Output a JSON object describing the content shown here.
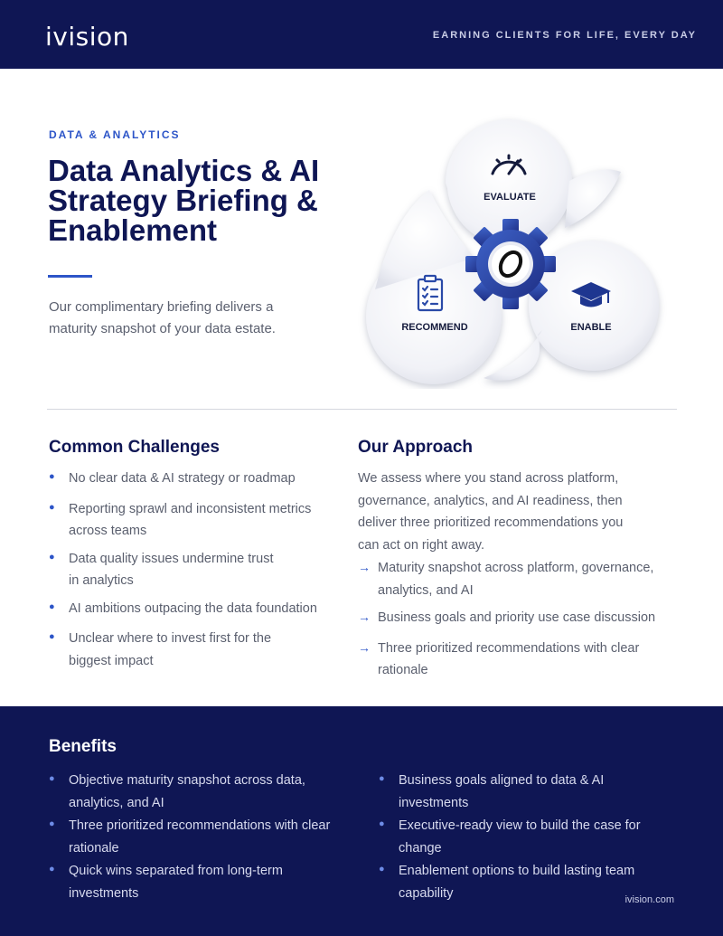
{
  "header": {
    "logo": "ivision",
    "tagline": "EARNING CLIENTS FOR LIFE, EVERY DAY"
  },
  "hero": {
    "eyebrow": "DATA & ANALYTICS",
    "title_lines": [
      "Data Analytics & AI",
      "Strategy Briefing &",
      "Enablement"
    ],
    "intro_lines": [
      "Our complimentary briefing delivers a",
      "maturity snapshot of your data estate."
    ]
  },
  "diagram": {
    "evaluate_label": "EVALUATE",
    "recommend_label": "RECOMMEND",
    "enable_label": "ENABLE",
    "icons": [
      "speedometer-icon",
      "clipboard-checklist-icon",
      "graduation-cap-icon",
      "gear-icon"
    ]
  },
  "challenges": {
    "title": "Common Challenges",
    "items": [
      [
        "No clear data & AI strategy or roadmap"
      ],
      [
        "Reporting sprawl and inconsistent metrics",
        "across teams"
      ],
      [
        "Data quality issues undermine trust",
        "in analytics"
      ],
      [
        "AI ambitions outpacing the data foundation"
      ],
      [
        "Unclear where to invest first for the",
        "biggest impact"
      ]
    ]
  },
  "approach": {
    "title": "Our Approach",
    "text_lines": [
      "We assess where you stand across platform,",
      "governance, analytics, and AI readiness, then",
      "deliver three prioritized recommendations you",
      "can act on right away."
    ],
    "items": [
      [
        "Maturity snapshot across platform, governance,",
        "analytics, and AI"
      ],
      [
        "Business goals and priority use case discussion"
      ],
      [
        "Three prioritized recommendations with clear",
        "rationale"
      ]
    ]
  },
  "benefits": {
    "title": "Benefits",
    "left": [
      [
        "Objective maturity snapshot across data,",
        "analytics, and AI"
      ],
      [
        "Three prioritized recommendations with clear",
        "rationale"
      ],
      [
        "Quick wins separated from long-term",
        "investments"
      ]
    ],
    "right": [
      [
        "Business goals aligned to data & AI",
        "investments"
      ],
      [
        "Executive-ready view to build the case for",
        "change"
      ],
      [
        "Enablement options to build lasting team",
        "capability"
      ]
    ],
    "site": "ivision.com"
  },
  "colors": {
    "navy": "#0f1654",
    "accent_blue": "#2d55c8",
    "gear_blue": "#2f4fb0"
  }
}
